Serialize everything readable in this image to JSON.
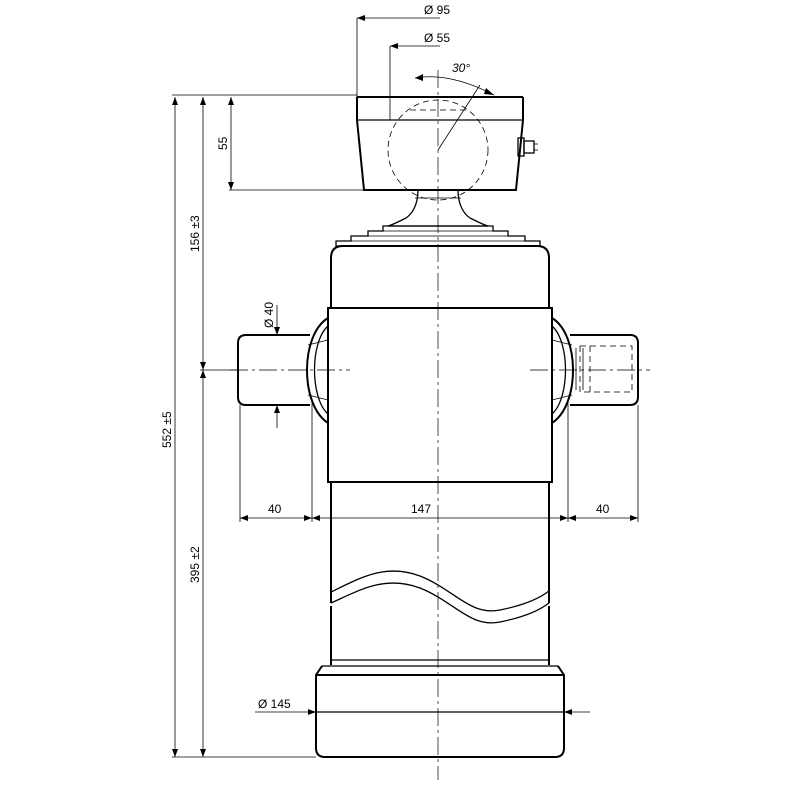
{
  "drawing": {
    "dimensions": {
      "dia_top": "Ø 95",
      "dia_ball": "Ø 55",
      "angle": "30°",
      "head_height": "55",
      "upper_height": "156 ±3",
      "total_height": "552 ±5",
      "lower_height": "395 ±2",
      "dia_pin": "Ø 40",
      "pin_left": "40",
      "body_width": "147",
      "pin_right": "40",
      "dia_base": "Ø 145"
    }
  }
}
